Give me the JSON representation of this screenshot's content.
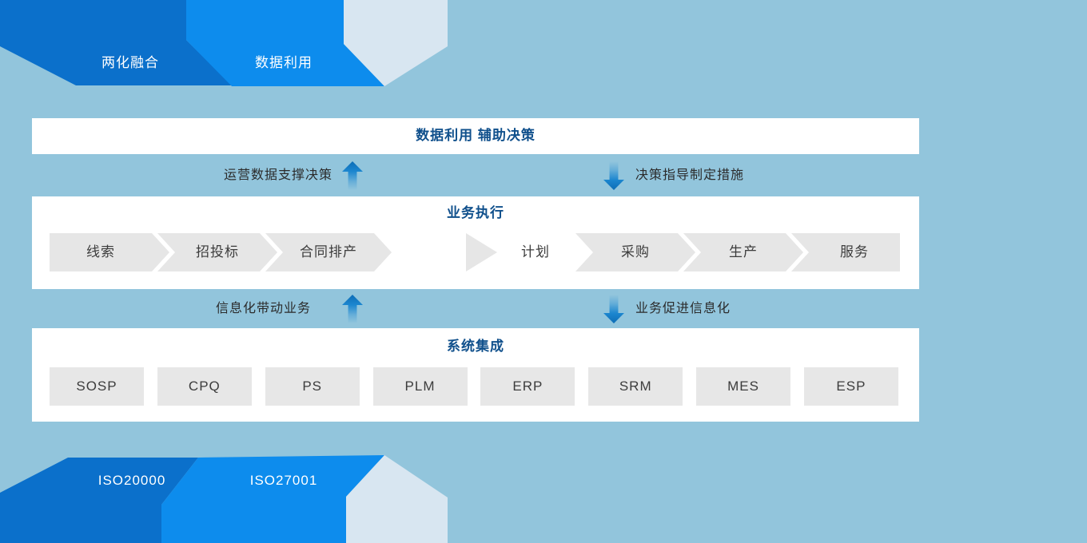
{
  "colors": {
    "background": "#92c5dc",
    "ribbon_dark_blue": "#0b70cb",
    "ribbon_bright_blue": "#0d8ced",
    "ribbon_pale_blue": "#d8e6f1",
    "bar_white": "#ffffff",
    "title_navy": "#10508c",
    "arrow_blue": "#0d6db6",
    "block_gray": "#e6e6e6"
  },
  "top_ribbons": {
    "tab1": "两化融合",
    "tab2": "数据利用"
  },
  "decision_bar": {
    "title": "数据利用 辅助决策"
  },
  "flow_top": {
    "left_text": "运营数据支撑决策",
    "right_text": "决策指导制定措施"
  },
  "execution_bar": {
    "title": "业务执行",
    "stages_left": [
      "线索",
      "招投标",
      "合同排产"
    ],
    "stage_mid": "计划",
    "stages_right": [
      "采购",
      "生产",
      "服务"
    ]
  },
  "flow_bottom": {
    "left_text": "信息化带动业务",
    "right_text": "业务促进信息化"
  },
  "integration_bar": {
    "title": "系统集成",
    "systems": [
      "SOSP",
      "CPQ",
      "PS",
      "PLM",
      "ERP",
      "SRM",
      "MES",
      "ESP"
    ]
  },
  "bottom_ribbons": {
    "badge1": "ISO20000",
    "badge2": "ISO27001"
  }
}
